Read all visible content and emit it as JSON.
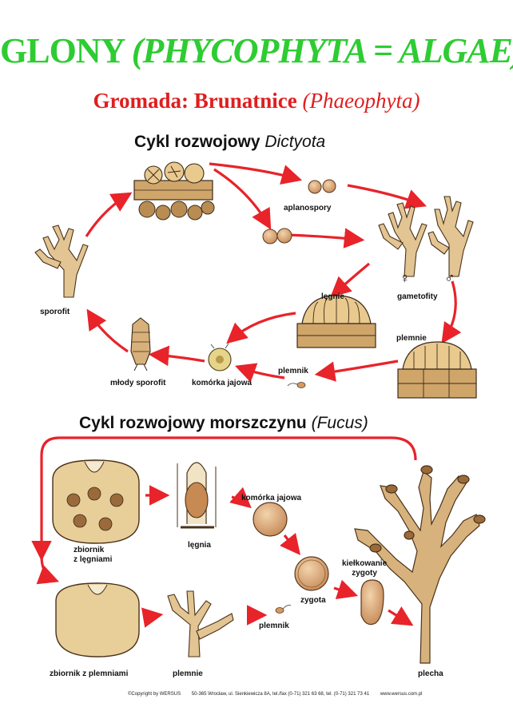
{
  "title": {
    "main": "GLONY",
    "latin": "(PHYCOPHYTA = ALGAE)"
  },
  "subtitle": {
    "main": "Gromada: Brunatnice",
    "latin": "(Phaeophyta)"
  },
  "dictyota": {
    "heading": "Cykl rozwojowy",
    "heading_latin": "Dictyota",
    "labels": {
      "aplanospory": "aplanospory",
      "gametofity": "gametofity",
      "female": "♀",
      "male": "♂",
      "legnie": "lęgnie",
      "plemnie": "plemnie",
      "plemnik": "plemnik",
      "komorka": "komórka jajowa",
      "mlody": "młody sporofit",
      "sporofit": "sporofit"
    }
  },
  "fucus": {
    "heading": "Cykl rozwojowy morszczynu",
    "heading_latin": "(Fucus)",
    "labels": {
      "zbiornik_legnie": "zbiornik\nz lęgniami",
      "legnia": "lęgnia",
      "komorka": "komórka jajowa",
      "zygota": "zygota",
      "kielkowanie": "kiełkowanie\nzygoty",
      "zbiornik_plemnie": "zbiornik z plemniami",
      "plemnie": "plemnie",
      "plemnik": "plemnik",
      "plecha": "plecha"
    }
  },
  "footer": {
    "copyright": "©Copyright by WERSUS",
    "address": "50-365 Wrocław, ul. Sienkiewicza 8A, tel./fax (0-71) 321 63 68, tel. (0-71) 321 73 41",
    "web": "www.wersus.com.pl"
  },
  "colors": {
    "title": "#2ecc33",
    "subtitle": "#e01e1e",
    "arrow": "#e8232a",
    "tan": "#d9b878",
    "brown": "#8a5a2b"
  }
}
